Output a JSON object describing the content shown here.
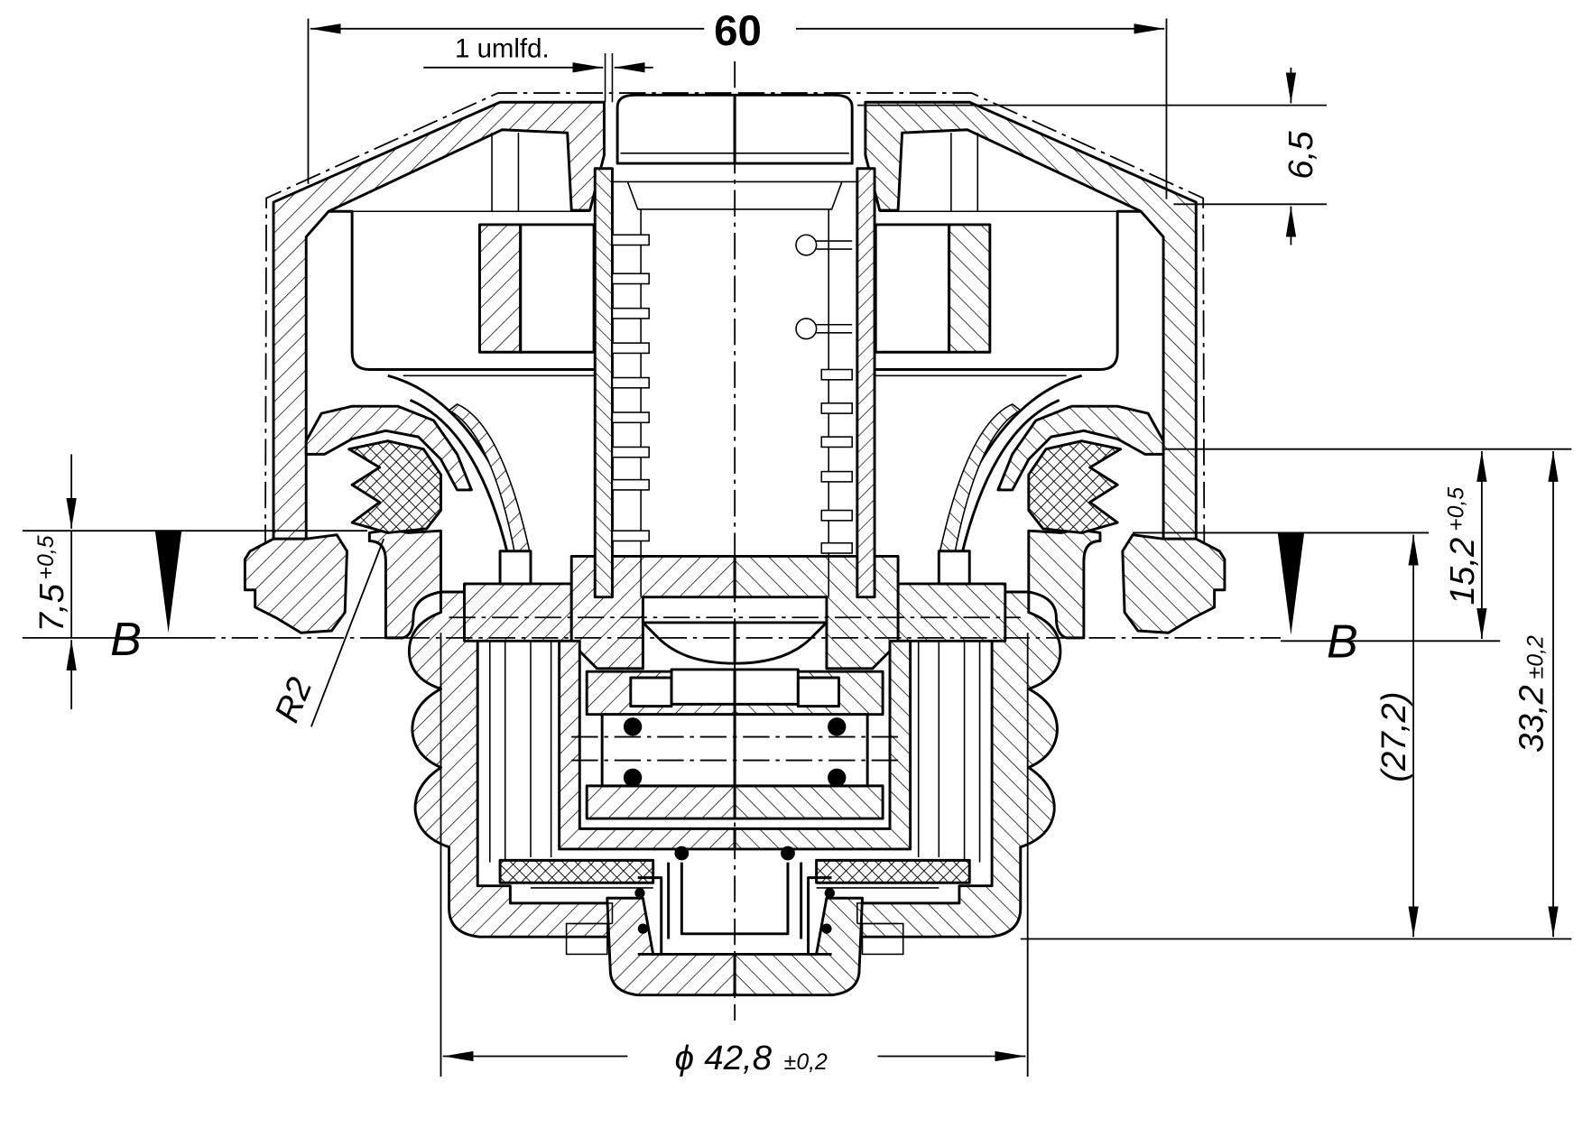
{
  "colors": {
    "ink": "#000000",
    "paper": "#ffffff"
  },
  "dimensions": {
    "overall_width": "60",
    "thread_note": "1 umlfd.",
    "top_height": "6,5",
    "left_height": {
      "value": "7,5",
      "tolerance": "+0,5"
    },
    "radius": "R2",
    "right_upper_height": {
      "value": "15,2",
      "tolerance": "+0,5"
    },
    "right_reference_height": "(27,2)",
    "right_total_height": {
      "value": "33,2",
      "tolerance": "±0,2"
    },
    "diameter": {
      "symbol": "ϕ",
      "value": "42,8",
      "tolerance": "±0,2"
    }
  },
  "section_labels": {
    "left": "B",
    "right": "B"
  }
}
